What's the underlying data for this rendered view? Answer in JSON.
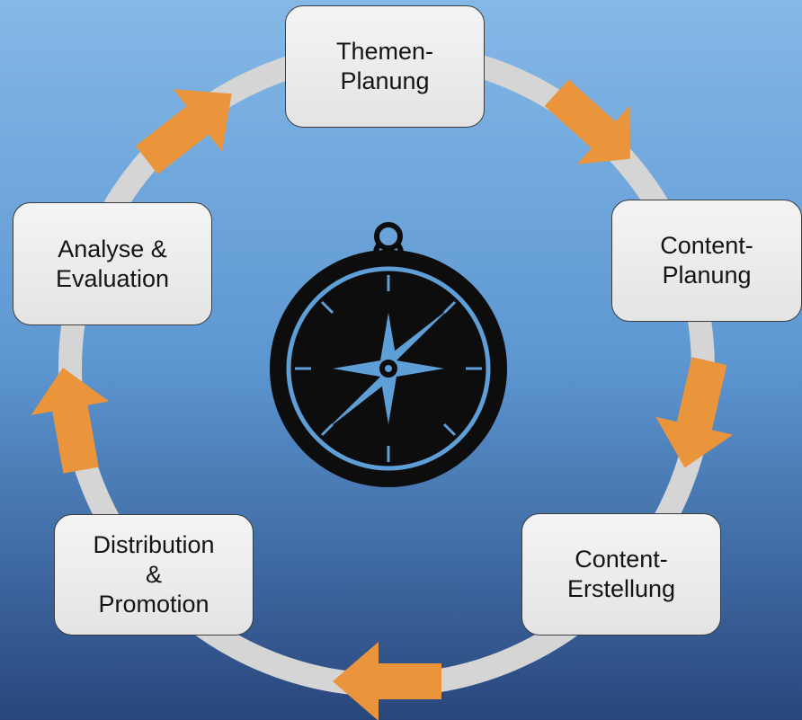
{
  "colors": {
    "background_top": "#7fb3e3",
    "background_bottom": "#2b4a7e",
    "ring": "#d5d5d5",
    "arrow": "#ea953c",
    "box_fill": "#ebebeb",
    "compass_body": "#0d0d0d",
    "compass_accent": "#5e9fd8"
  },
  "center_icon": "compass-icon",
  "stages": [
    {
      "id": "themen-planung",
      "label": "Themen-\nPlanung"
    },
    {
      "id": "content-planung",
      "label": "Content-\nPlanung"
    },
    {
      "id": "content-erstellung",
      "label": "Content-\nErstellung"
    },
    {
      "id": "distribution-promotion",
      "label": "Distribution\n&\nPromotion"
    },
    {
      "id": "analyse-evaluation",
      "label": "Analyse &\nEvaluation"
    }
  ]
}
